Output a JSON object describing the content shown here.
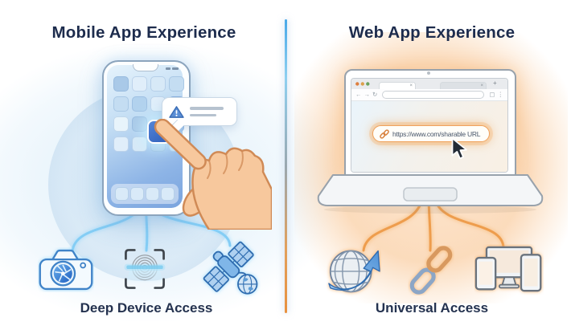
{
  "divider": {
    "top_color": "#49a8e8",
    "bottom_color": "#e8913f"
  },
  "left": {
    "title": "Mobile App Experience",
    "caption": "Deep Device Access",
    "accent_color": "#5fb2e8",
    "device": "smartphone",
    "notification_icon": "warning-triangle",
    "peripheral_icons": [
      "camera",
      "fingerprint-scanner",
      "satellite"
    ]
  },
  "right": {
    "title": "Web App Experience",
    "caption": "Universal Access",
    "accent_color": "#e8913f",
    "device": "laptop",
    "browser": {
      "traffic_light_colors": [
        "#de7f3f",
        "#dca04c",
        "#6ba35f"
      ],
      "back_icon": "←",
      "forward_icon": "→",
      "reload_icon": "↻",
      "tab_close_icon": "×",
      "new_tab_icon": "+",
      "extensions_icon": "▢",
      "menu_icon": "⋮",
      "url_pill_text": "https://www.com/sharable URL"
    },
    "peripheral_icons": [
      "globe-arrow",
      "chain-link",
      "multi-device"
    ]
  }
}
